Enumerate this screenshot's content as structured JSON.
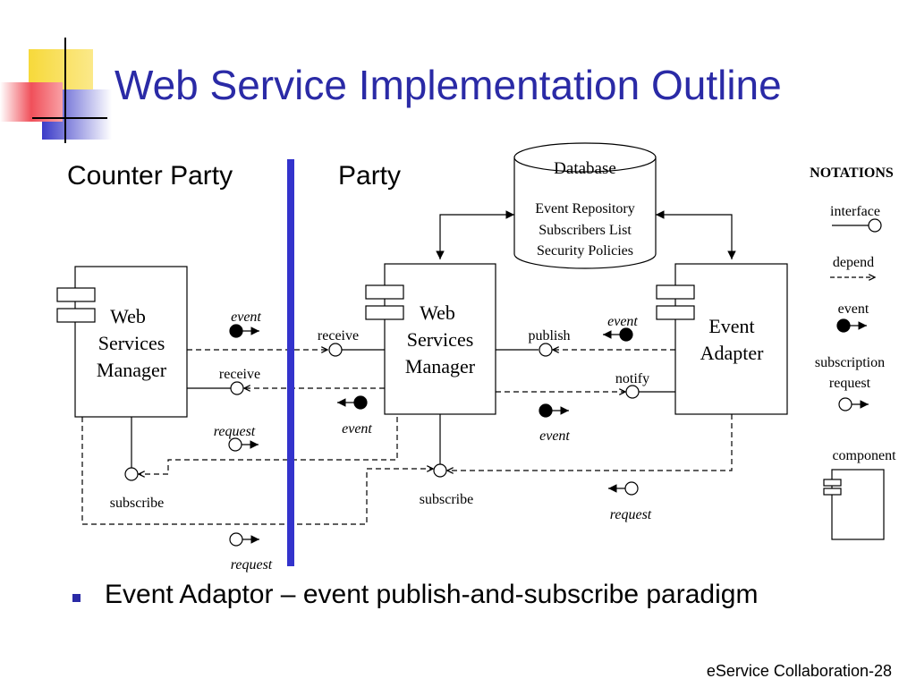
{
  "slide": {
    "title": "Web Service Implementation Outline",
    "bullet": "Event Adaptor – event publish-and-subscribe paradigm",
    "footer": "eService Collaboration-28",
    "colors": {
      "title": "#2a2aa6",
      "divider": "#3333cc",
      "deco_yellow": "#f7d93a",
      "deco_red": "#f0505a",
      "deco_blue": "#3b3bc8"
    }
  },
  "diagram": {
    "counter_party_label": "Counter Party",
    "party_label": "Party",
    "database": {
      "title": "Database",
      "lines": [
        "Event Repository",
        "Subscribers List",
        "Security Policies"
      ]
    },
    "counter_wsm": {
      "lines": [
        "Web",
        "Services",
        "Manager"
      ]
    },
    "party_wsm": {
      "lines": [
        "Web",
        "Services",
        "Manager"
      ]
    },
    "event_adapter": {
      "lines": [
        "Event",
        "Adapter"
      ]
    },
    "labels": {
      "event_a": "event",
      "receive_a": "receive",
      "receive_b": "receive",
      "publish": "publish",
      "event_b": "event",
      "notify": "notify",
      "request_a": "request",
      "event_c": "event",
      "event_d": "event",
      "subscribe_a": "subscribe",
      "subscribe_b": "subscribe",
      "request_b": "request",
      "request_c": "request"
    }
  },
  "notations": {
    "title": "NOTATIONS",
    "items": [
      "interface",
      "depend",
      "event",
      "subscription",
      "request",
      "component"
    ]
  }
}
